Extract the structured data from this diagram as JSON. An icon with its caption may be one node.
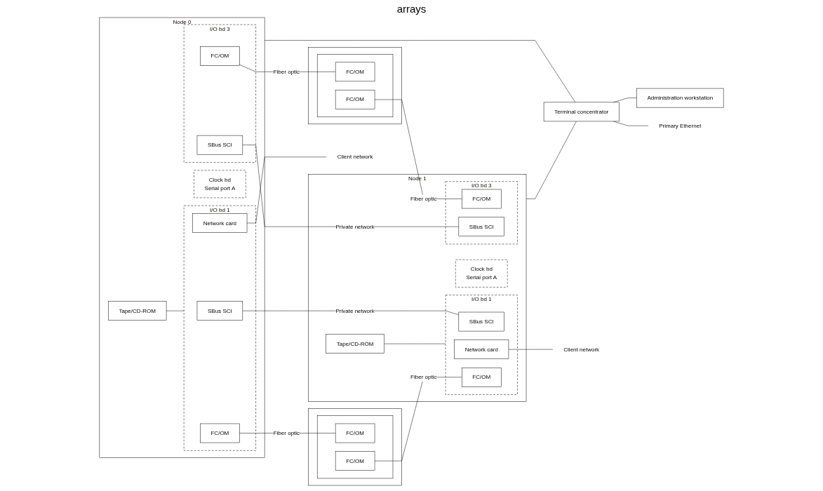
{
  "diagram": {
    "nodes": [
      {
        "text": [
          "Node 0"
        ]
      },
      {
        "text": [
          "Tape/CD-ROM"
        ],
        "in": 0
      },
      {
        "text": [
          "I/O bd 1"
        ],
        "in": 0
      },
      {
        "text": [
          "SBus SCI"
        ],
        "in": 2
      },
      {
        "text": [
          "Network card"
        ],
        "in": 2
      },
      {
        "text": [
          "FC/OM"
        ],
        "in": 2
      },
      {
        "text": [
          "I/O bd 3"
        ],
        "in": 0
      },
      {
        "text": [
          "FC/OM"
        ],
        "in": 6
      },
      {
        "text": [
          "SBus SCI"
        ],
        "in": 6
      },
      {
        "text": [
          "Clock bd",
          "Serial port A"
        ],
        "in": 0
      },
      {
        "text": [
          "Node 1"
        ]
      },
      {
        "text": [
          "Tape/CD-ROM"
        ],
        "in": 10
      },
      {
        "text": [
          "I/O bd 1"
        ],
        "in": 10
      },
      {
        "text": [
          "SBus SCI"
        ],
        "in": 12
      },
      {
        "text": [
          "Network card"
        ],
        "in": 12
      },
      {
        "text": [
          "FC/OM"
        ],
        "in": 12
      },
      {
        "text": [
          "I/O bd 3"
        ],
        "in": 10
      },
      {
        "text": [
          "FC/OM"
        ],
        "in": 16
      },
      {
        "text": [
          "SBus SCI"
        ],
        "in": 16
      },
      {
        "text": [
          "Clock bd",
          "Serial port A"
        ],
        "in": 10
      },
      {
        "text": [],
        "shape": "box"
      },
      {
        "text": [],
        "shape": "box",
        "in": 20
      },
      {
        "text": [
          "FC/OM"
        ],
        "in": 21
      },
      {
        "text": [
          "FC/OM"
        ],
        "in": 21
      },
      {
        "text": [],
        "shape": "box"
      },
      {
        "text": [],
        "shape": "box",
        "in": 24
      },
      {
        "text": [
          "FC/OM"
        ],
        "in": 25
      },
      {
        "text": [
          "FC/OM"
        ],
        "in": 25
      },
      {
        "text": [
          "Terminal concentrator"
        ]
      },
      {
        "text": [
          "Administration workstation"
        ]
      },
      {
        "text": [
          "Client network"
        ]
      },
      {
        "text": [
          "Client network"
        ]
      },
      {
        "text": [
          "Primary Ethernet"
        ]
      }
    ],
    "edges": [
      {
        "from": 1,
        "to": 2,
        "arrow": "none"
      },
      {
        "from": 3,
        "to": 13,
        "label": "Private network",
        "arrow": "none"
      },
      {
        "from": 4,
        "to": 30,
        "arrow": "none"
      },
      {
        "from": 5,
        "to": 22,
        "label": "Fiber optic",
        "arrow": "none"
      },
      {
        "from": 23,
        "to": 15,
        "label": "Fiber optic",
        "arrow": "none"
      },
      {
        "from": 7,
        "to": 26,
        "label": "Fiber optic",
        "arrow": "none"
      },
      {
        "from": 27,
        "to": 17,
        "label": "Fiber optic",
        "arrow": "none"
      },
      {
        "from": 8,
        "to": 18,
        "label": "Private network",
        "arrow": "none"
      },
      {
        "from": 11,
        "to": 12,
        "arrow": "none"
      },
      {
        "from": 14,
        "to": 31,
        "arrow": "none"
      },
      {
        "from": 0,
        "to": 28,
        "arrow": "none"
      },
      {
        "from": 10,
        "to": 28,
        "arrow": "none"
      },
      {
        "from": 28,
        "to": 29,
        "arrow": "none"
      },
      {
        "from": 28,
        "to": 32,
        "arrow": "none"
      }
    ],
    "labels": [
      "arrays"
    ]
  }
}
